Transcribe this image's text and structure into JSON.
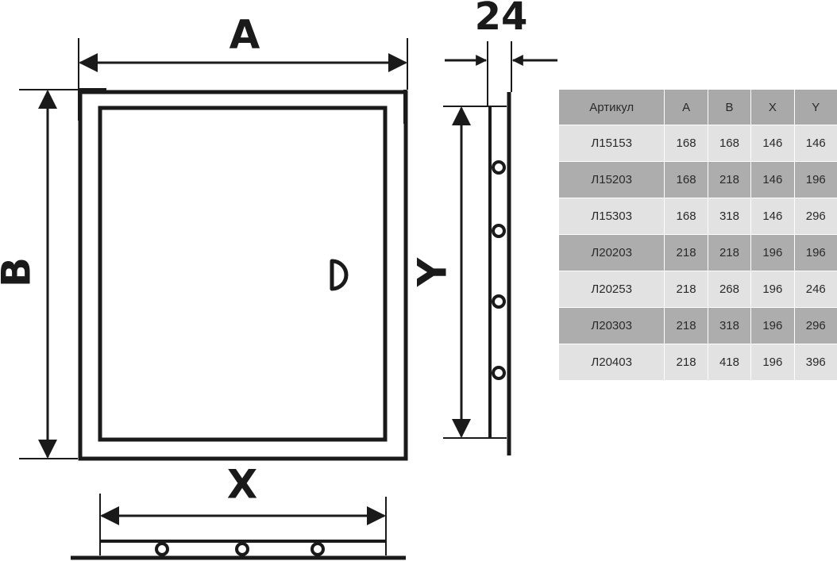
{
  "dimensions": {
    "width_front": "A",
    "height_front": "B",
    "width_opening": "X",
    "height_opening": "Y",
    "depth": "24"
  },
  "table": {
    "headers": [
      "Артикул",
      "A",
      "B",
      "X",
      "Y"
    ],
    "rows": [
      [
        "Л15153",
        "168",
        "168",
        "146",
        "146"
      ],
      [
        "Л15203",
        "168",
        "218",
        "146",
        "196"
      ],
      [
        "Л15303",
        "168",
        "318",
        "146",
        "296"
      ],
      [
        "Л20203",
        "218",
        "218",
        "196",
        "196"
      ],
      [
        "Л20253",
        "218",
        "268",
        "196",
        "246"
      ],
      [
        "Л20303",
        "218",
        "318",
        "196",
        "296"
      ],
      [
        "Л20403",
        "218",
        "418",
        "196",
        "396"
      ]
    ]
  }
}
